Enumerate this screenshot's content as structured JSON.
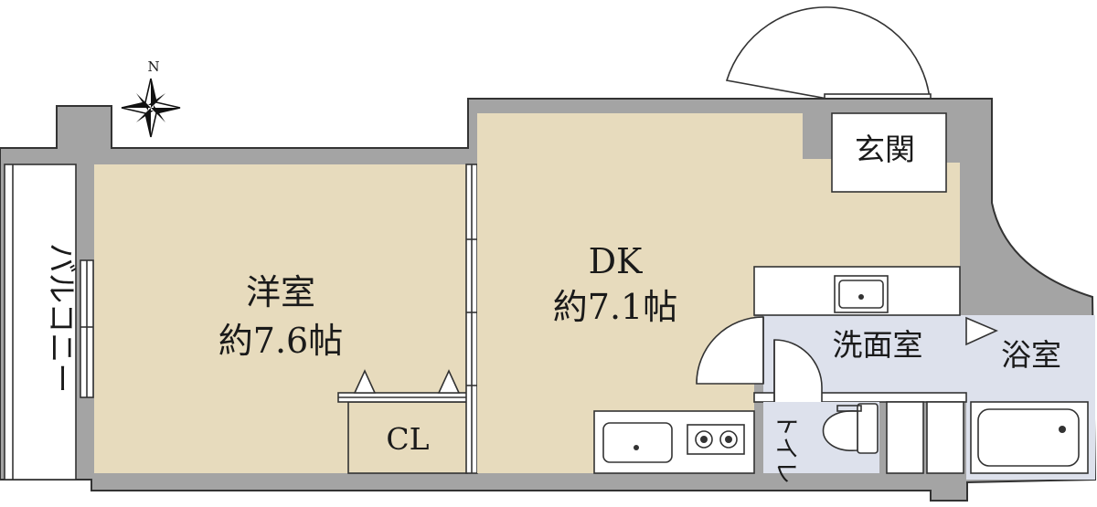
{
  "compass": {
    "label": "N"
  },
  "rooms": {
    "balcony": {
      "label": "バルコニー"
    },
    "western": {
      "name": "洋室",
      "size": "約7.6帖"
    },
    "dk": {
      "name": "DK",
      "size": "約7.1帖"
    },
    "entrance": {
      "label": "玄関"
    },
    "closet": {
      "label": "CL"
    },
    "washroom": {
      "label": "洗面室"
    },
    "bath": {
      "label": "浴室"
    },
    "toilet": {
      "label": "トイレ"
    }
  },
  "colors": {
    "western_floor": "#e7dbbd",
    "dk_floor": "#e7dbbd",
    "wet_floor": "#dde1ec",
    "wall": "#a4a4a4",
    "white": "#ffffff"
  }
}
